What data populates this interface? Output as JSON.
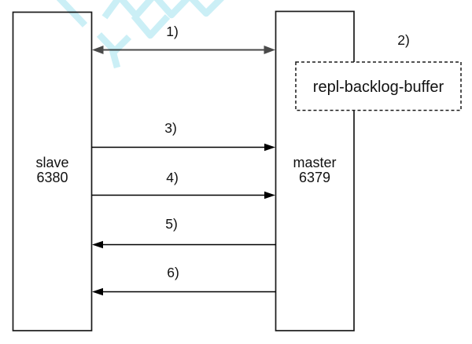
{
  "nodes": {
    "slave": {
      "name": "slave",
      "port": "6380"
    },
    "master": {
      "name": "master",
      "port": "6379"
    }
  },
  "buffer": {
    "label": "repl-backlog-buffer"
  },
  "steps": [
    {
      "label": "1)",
      "from": "master",
      "to": "slave",
      "direction": "bidirectional"
    },
    {
      "label": "2)",
      "attached_to": "repl-backlog-buffer"
    },
    {
      "label": "3)",
      "from": "slave",
      "to": "master",
      "direction": "right"
    },
    {
      "label": "4)",
      "from": "slave",
      "to": "master",
      "direction": "right"
    },
    {
      "label": "5)",
      "from": "master",
      "to": "slave",
      "direction": "left"
    },
    {
      "label": "6)",
      "from": "master",
      "to": "slave",
      "direction": "left"
    }
  ],
  "colors": {
    "line_black": "#000000",
    "line_gray": "#4a4a4a",
    "box_border": "#1a1a1a",
    "text": "#111111",
    "watermark": "#cbeff6"
  }
}
